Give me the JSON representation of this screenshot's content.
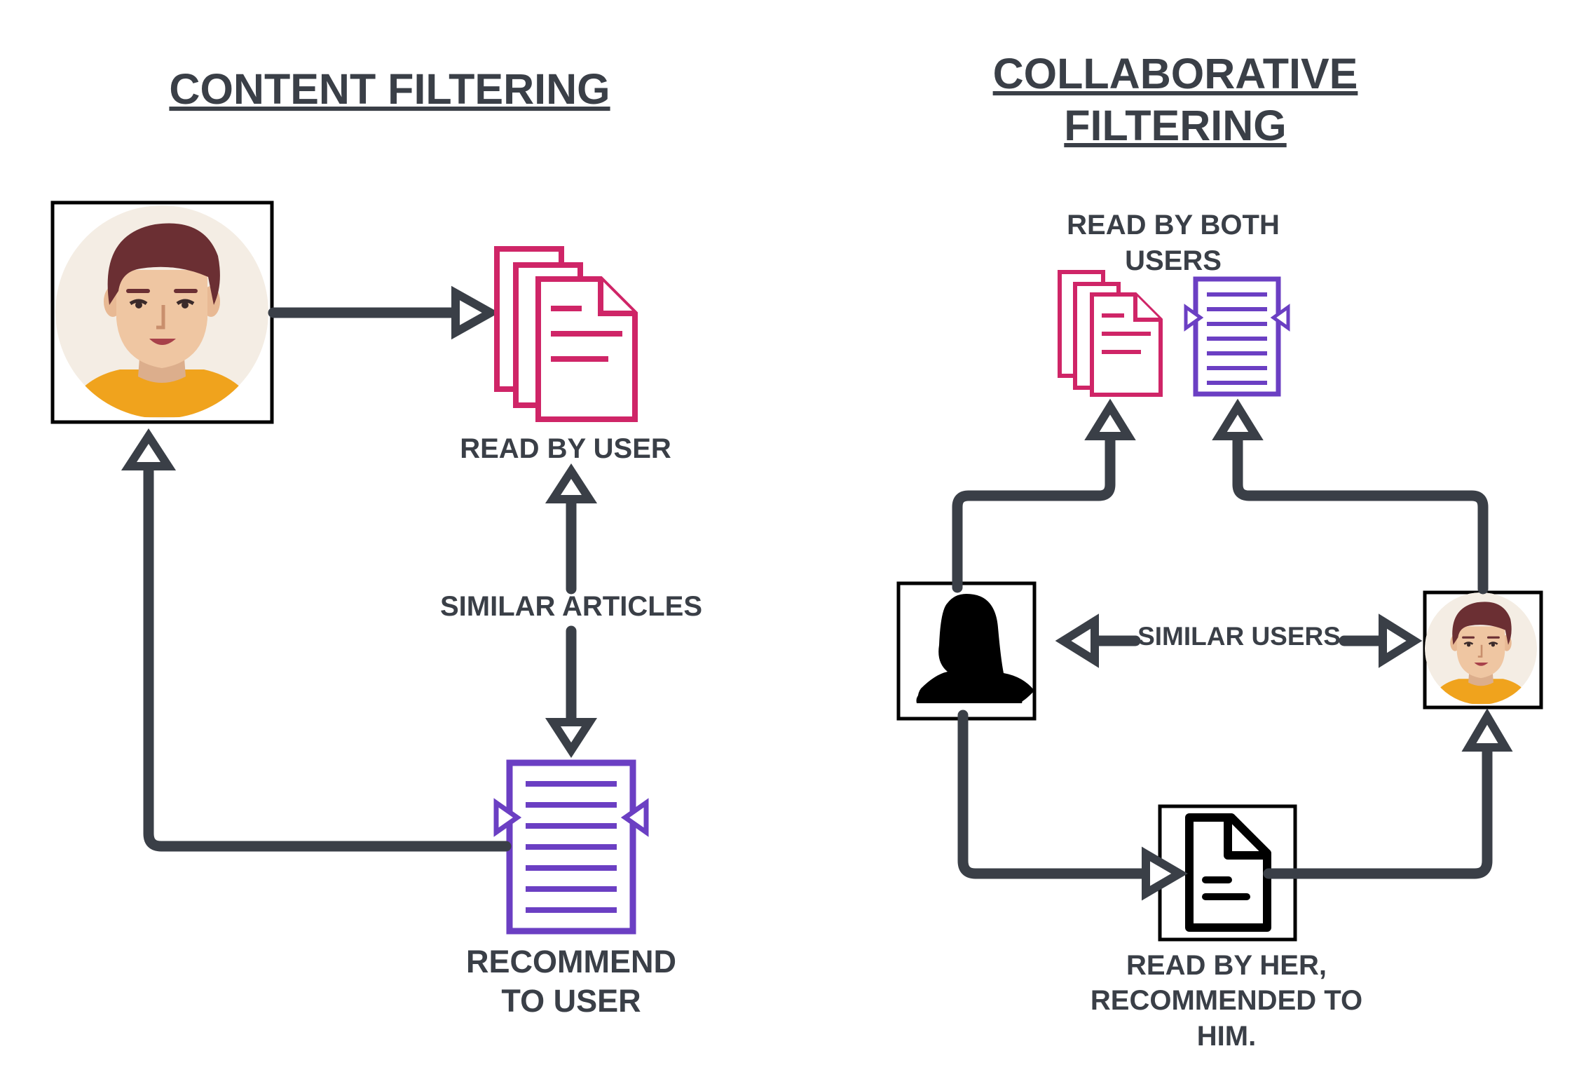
{
  "content_filtering": {
    "title": "CONTENT FILTERING",
    "read_by_user_label": "READ BY USER",
    "similar_articles_label": "SIMILAR ARTICLES",
    "recommend_line1": "RECOMMEND",
    "recommend_line2": "TO USER"
  },
  "collaborative_filtering": {
    "title_line1": "COLLABORATIVE",
    "title_line2": "FILTERING",
    "read_by_both_line1": "READ BY BOTH",
    "read_by_both_line2": "USERS",
    "similar_users_label": "SIMILAR USERS",
    "read_by_her_line1": "READ BY HER,",
    "read_by_her_line2": "RECOMMENDED TO",
    "read_by_her_line3": "HIM."
  },
  "colors": {
    "line": "#3a3f47",
    "pink_doc": "#cf2567",
    "purple_doc": "#6b3fc3",
    "avatar_bg": "#f4ede4",
    "shirt": "#f0a31d"
  },
  "icons": [
    "man-avatar-icon",
    "woman-silhouette-icon",
    "stacked-documents-icon",
    "article-document-icon",
    "file-document-icon"
  ]
}
